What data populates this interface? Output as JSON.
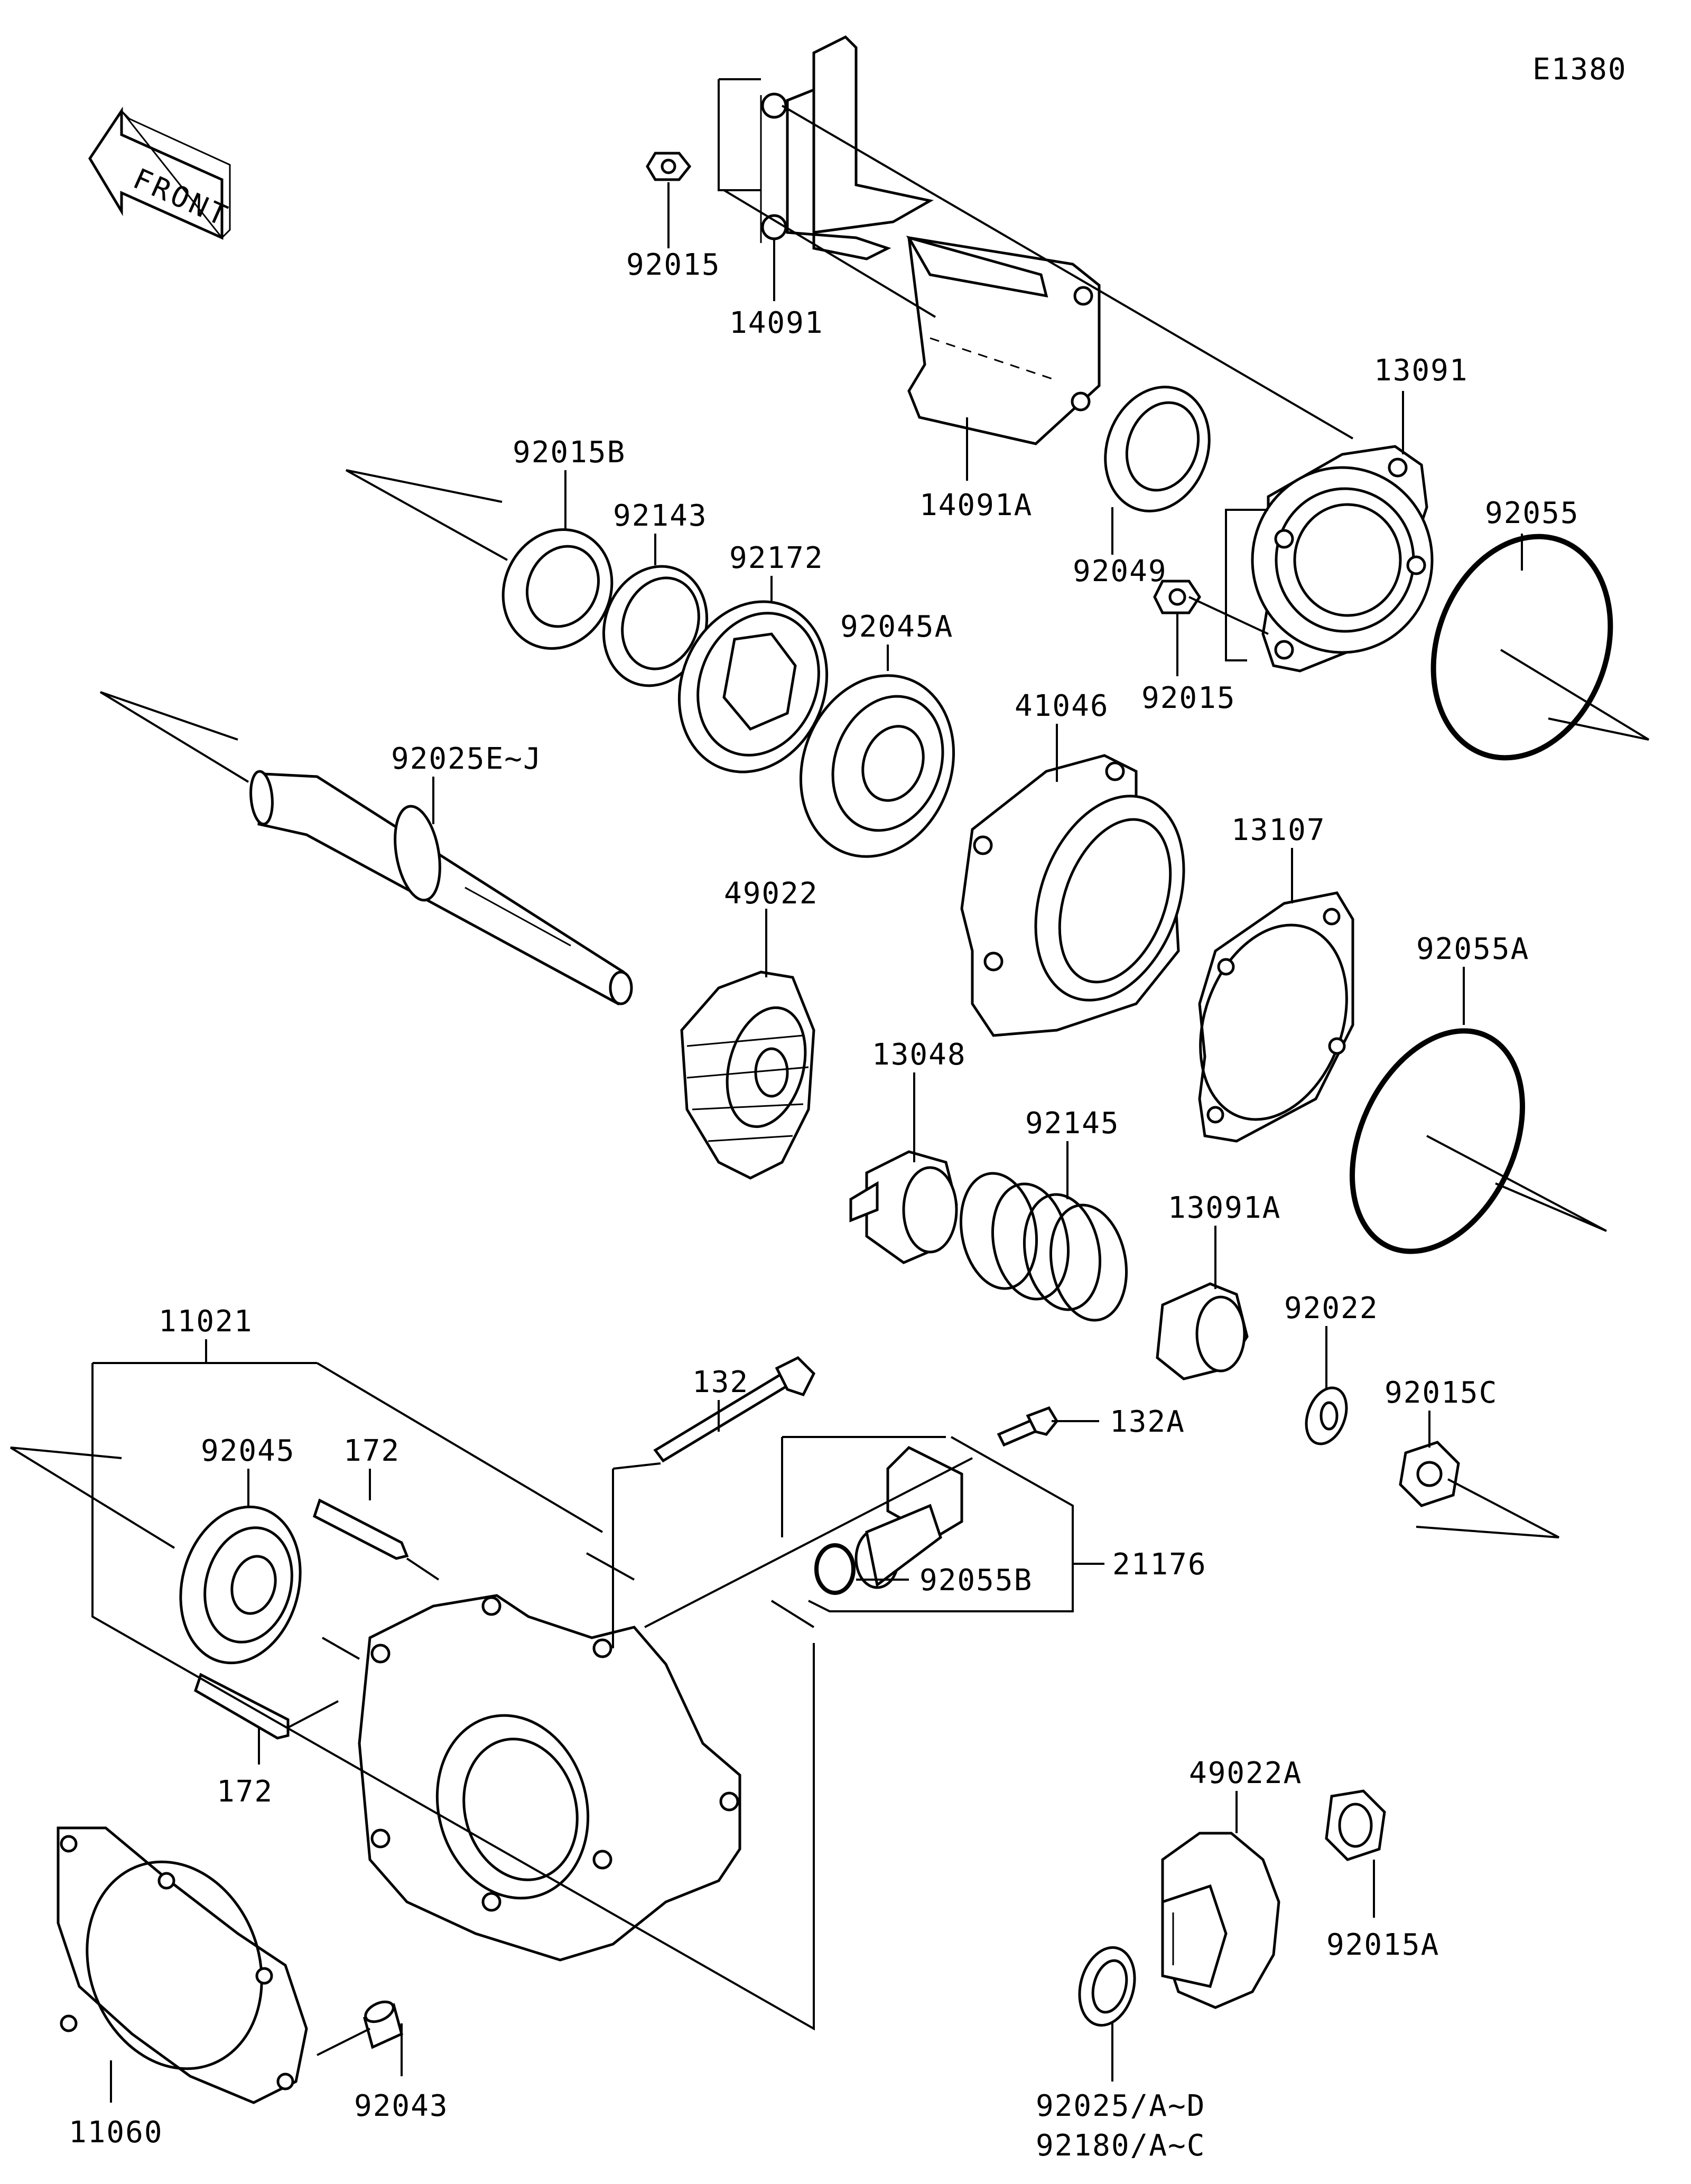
{
  "diagram_code": "E1380",
  "front_arrow_label": "FRONT",
  "parts": [
    {
      "id": "p-92015-top",
      "number": "92015"
    },
    {
      "id": "p-14091",
      "number": "14091"
    },
    {
      "id": "p-14091A",
      "number": "14091A"
    },
    {
      "id": "p-13091",
      "number": "13091"
    },
    {
      "id": "p-92055",
      "number": "92055"
    },
    {
      "id": "p-92049",
      "number": "92049"
    },
    {
      "id": "p-92015-mid",
      "number": "92015"
    },
    {
      "id": "p-92015B",
      "number": "92015B"
    },
    {
      "id": "p-92143",
      "number": "92143"
    },
    {
      "id": "p-92172",
      "number": "92172"
    },
    {
      "id": "p-92045A",
      "number": "92045A"
    },
    {
      "id": "p-41046",
      "number": "41046"
    },
    {
      "id": "p-13107",
      "number": "13107"
    },
    {
      "id": "p-92025E-J",
      "number": "92025E~J"
    },
    {
      "id": "p-49022",
      "number": "49022"
    },
    {
      "id": "p-92055A",
      "number": "92055A"
    },
    {
      "id": "p-13048",
      "number": "13048"
    },
    {
      "id": "p-92145",
      "number": "92145"
    },
    {
      "id": "p-13091A",
      "number": "13091A"
    },
    {
      "id": "p-92022",
      "number": "92022"
    },
    {
      "id": "p-92015C",
      "number": "92015C"
    },
    {
      "id": "p-11021",
      "number": "11021"
    },
    {
      "id": "p-132",
      "number": "132"
    },
    {
      "id": "p-132A",
      "number": "132A"
    },
    {
      "id": "p-92045",
      "number": "92045"
    },
    {
      "id": "p-172-top",
      "number": "172"
    },
    {
      "id": "p-21176",
      "number": "21176"
    },
    {
      "id": "p-92055B",
      "number": "92055B"
    },
    {
      "id": "p-172-bottom",
      "number": "172"
    },
    {
      "id": "p-49022A",
      "number": "49022A"
    },
    {
      "id": "p-92015A",
      "number": "92015A"
    },
    {
      "id": "p-11060",
      "number": "11060"
    },
    {
      "id": "p-92043",
      "number": "92043"
    },
    {
      "id": "p-92025-A-D",
      "number": "92025/A~D"
    },
    {
      "id": "p-92180-A-C",
      "number": "92180/A~C"
    }
  ]
}
